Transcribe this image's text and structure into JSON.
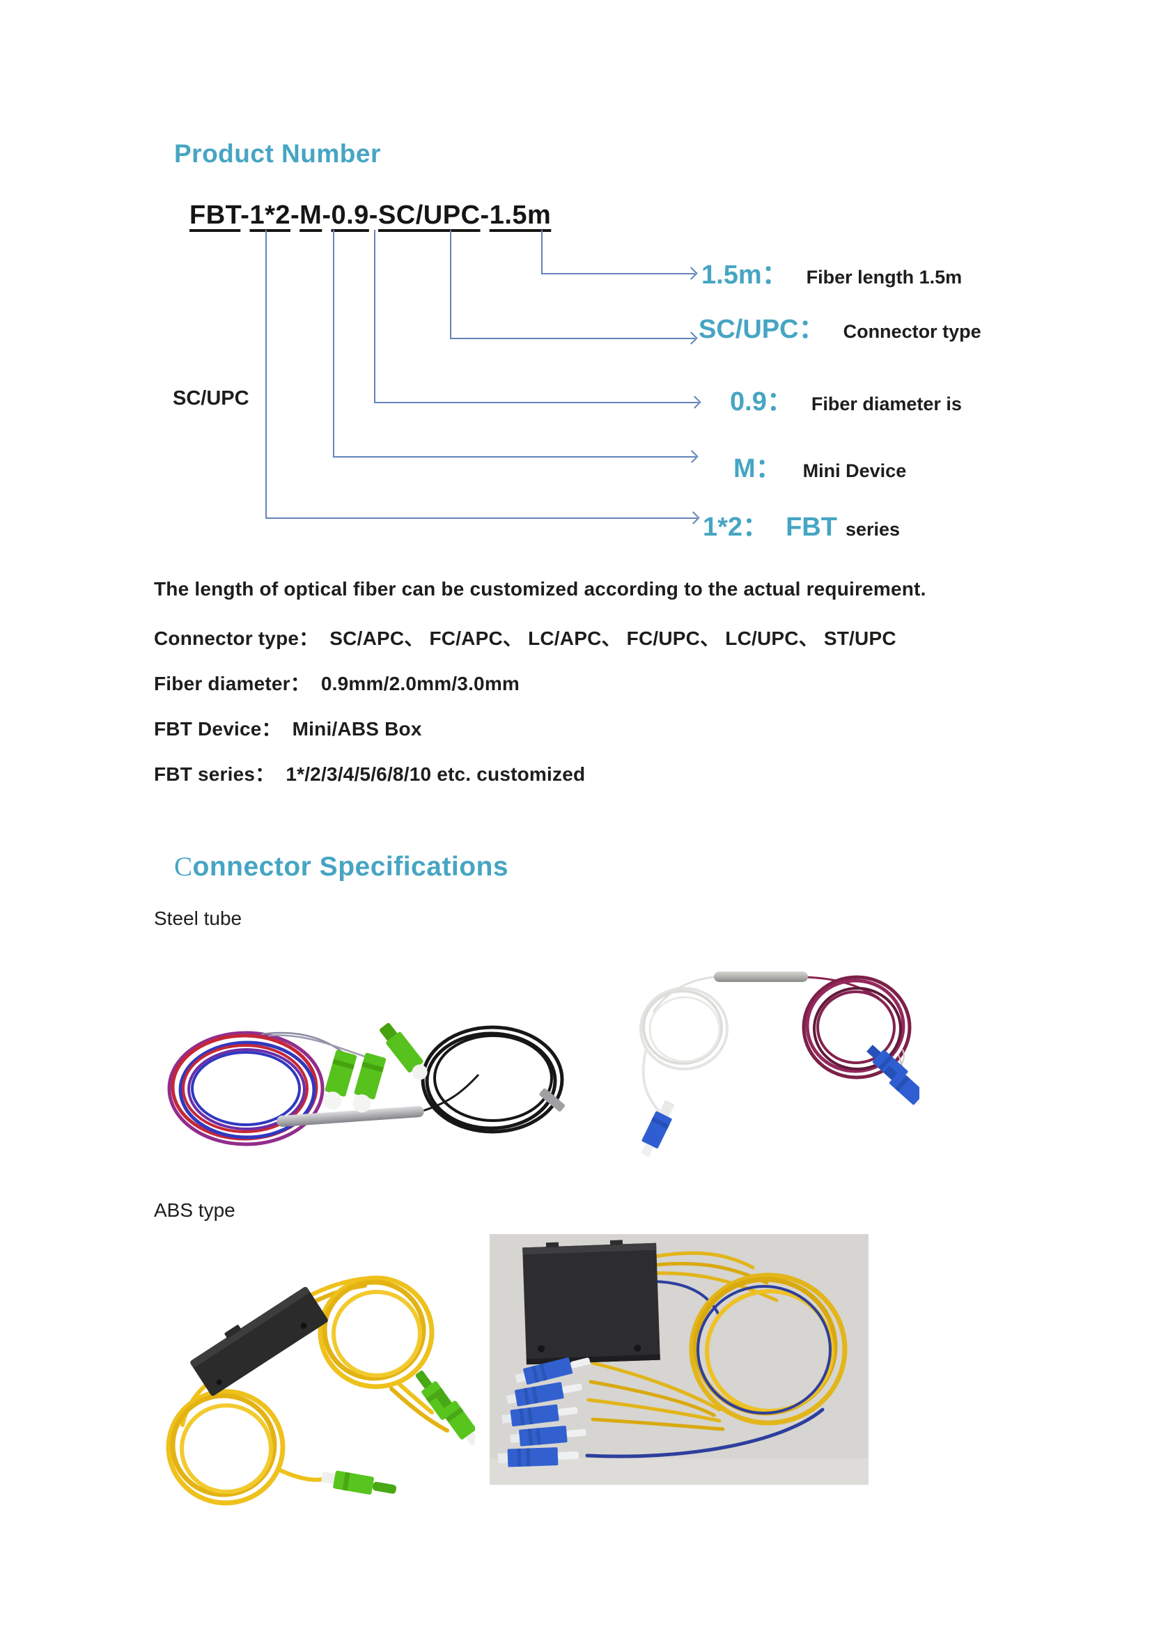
{
  "colors": {
    "teal": "#46a5c3",
    "line_blue": "#6484b8",
    "ink": "#1d1d1b"
  },
  "product_number": {
    "heading": "Product Number",
    "code": {
      "segments": [
        "FBT",
        "1*2",
        "M",
        "0.9",
        "SC/UPC",
        "1.5m"
      ],
      "separator": "-"
    },
    "side_label": "SC/UPC",
    "callouts": [
      {
        "key": "1.5m：",
        "desc": "Fiber length 1.5m"
      },
      {
        "key": "SC/UPC：",
        "desc": "Connector type"
      },
      {
        "key": "0.9：",
        "desc": "Fiber diameter is"
      },
      {
        "key": "M：",
        "desc": "Mini Device"
      },
      {
        "key": "1*2：",
        "key2": "FBT",
        "desc": "series"
      }
    ],
    "notes": [
      "The length of optical fiber can be customized according to the actual requirement.",
      "Connector type：  SC/APC、 FC/APC、 LC/APC、 FC/UPC、 LC/UPC、 ST/UPC",
      "Fiber diameter：  0.9mm/2.0mm/3.0mm",
      "FBT Device：  Mini/ABS Box",
      "FBT series：  1*/2/3/4/5/6/8/10 etc. customized"
    ]
  },
  "connector_specifications": {
    "heading": "Connector Specifications",
    "group_labels": [
      "Steel tube",
      "ABS type"
    ]
  }
}
